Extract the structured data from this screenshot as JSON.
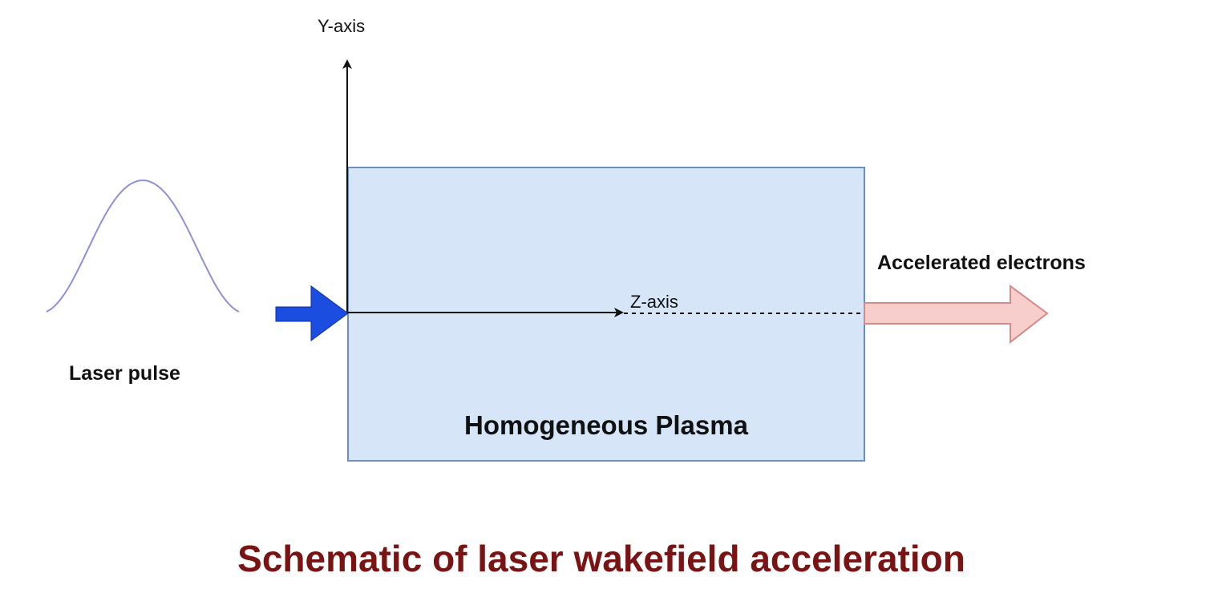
{
  "labels": {
    "y_axis": "Y-axis",
    "z_axis": "Z-axis",
    "laser_pulse": "Laser pulse",
    "accelerated_electrons": "Accelerated electrons",
    "plasma": "Homogeneous Plasma",
    "caption": "Schematic of laser wakefield acceleration"
  },
  "colors": {
    "plasma_fill": "#d6e6f8",
    "plasma_border": "#6c8ebf",
    "laser_arrow": "#1a4de0",
    "electron_arrow_fill": "#f8cecc",
    "electron_arrow_border": "#d48a86",
    "pulse_curve": "#8f8fd8",
    "axis": "#111111",
    "caption": "#7a1414"
  }
}
